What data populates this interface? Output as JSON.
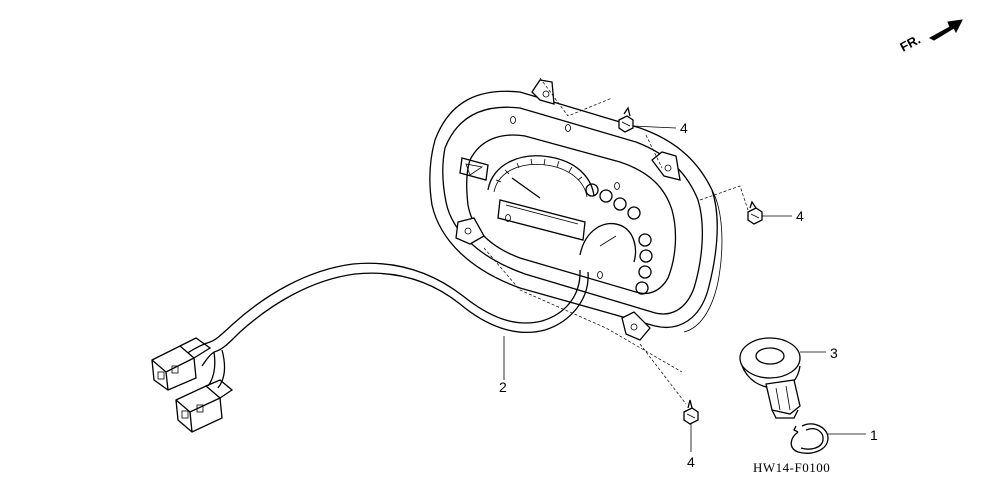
{
  "diagram": {
    "direction_indicator": "FR.",
    "diagram_code": "HW14-F0100",
    "callouts": {
      "clip": "1",
      "wire_harness": "2",
      "grommet": "3",
      "screw_top": "4",
      "screw_right": "4",
      "screw_bottom": "4"
    }
  }
}
